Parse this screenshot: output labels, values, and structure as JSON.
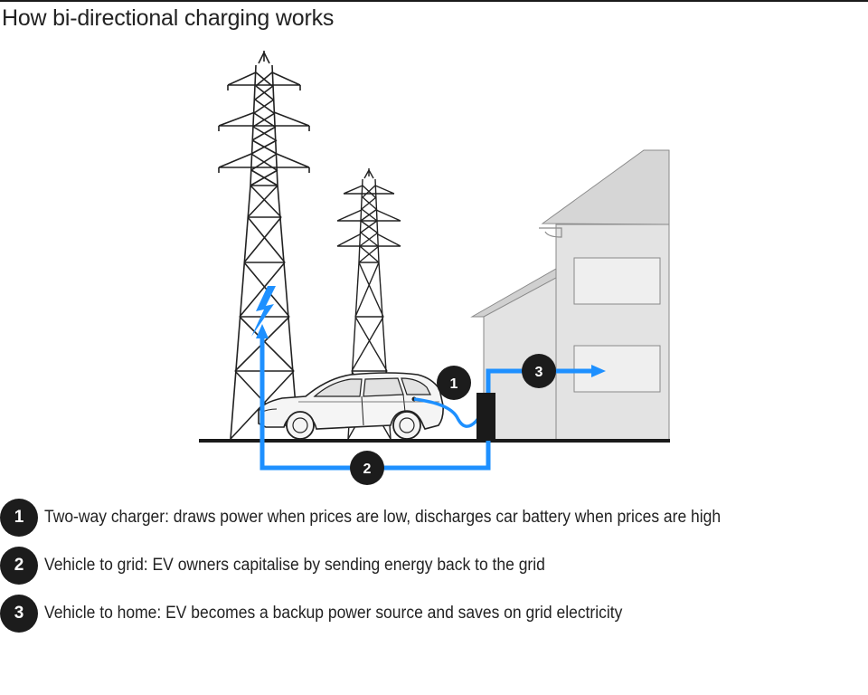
{
  "title": "How bi-directional charging works",
  "colors": {
    "flow_blue": "#1e90ff",
    "badge_dark": "#1c1c1c",
    "house_grey": "#e3e3e3",
    "ground": "#1a1a1a"
  },
  "diagram": {
    "icons": [
      "electricity-pylon-icon",
      "lightning-bolt-icon",
      "car-icon",
      "charger-icon",
      "house-icon"
    ],
    "badges": [
      "1",
      "2",
      "3"
    ]
  },
  "legend": [
    {
      "number": "1",
      "text": "Two-way charger: draws power when prices are low, discharges car battery when prices are high"
    },
    {
      "number": "2",
      "text": "Vehicle to grid: EV owners capitalise by sending energy back to the grid"
    },
    {
      "number": "3",
      "text": "Vehicle to home: EV becomes a backup power source and saves on grid electricity"
    }
  ]
}
